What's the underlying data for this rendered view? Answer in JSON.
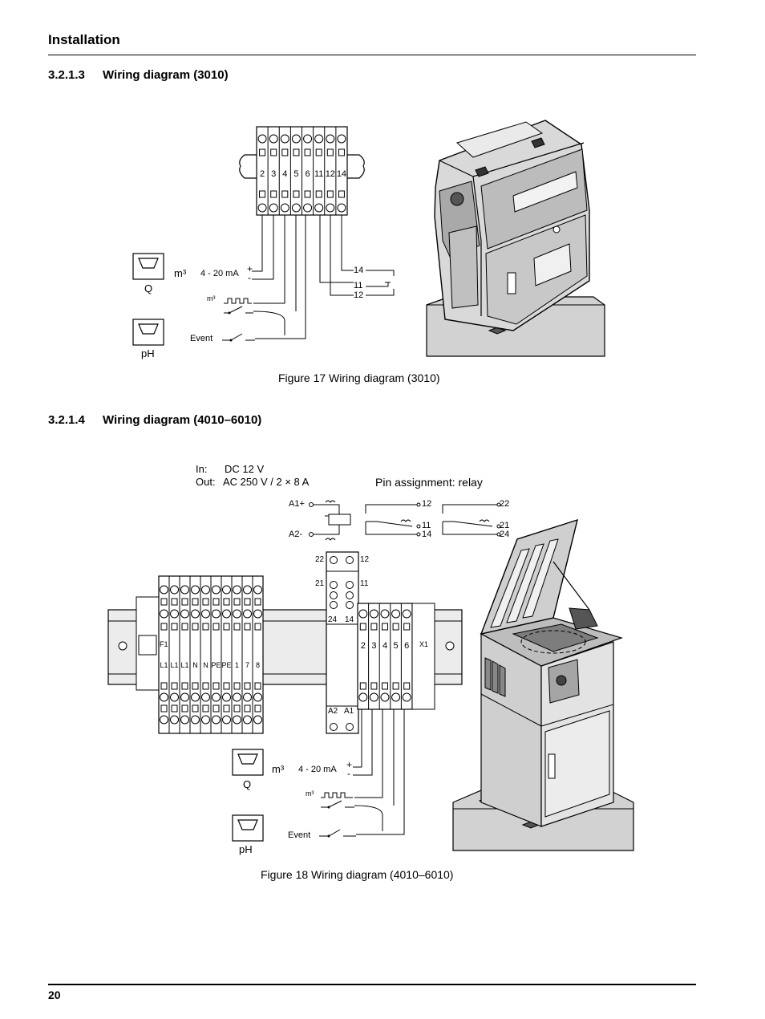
{
  "header": {
    "title": "Installation"
  },
  "section1": {
    "number": "3.2.1.3",
    "title": "Wiring diagram (3010)"
  },
  "figure17": {
    "caption": "Figure 17 Wiring diagram (3010)",
    "terminals": [
      "2",
      "3",
      "4",
      "5",
      "6",
      "11",
      "12",
      "14"
    ],
    "sensor_q": {
      "unit": "m³",
      "label": "Q"
    },
    "sensor_ph": {
      "label": "pH"
    },
    "analog_label": "4 - 20 mA",
    "pulse_label": "m³",
    "event_label": "Event",
    "plus": "+",
    "minus": "-",
    "relay_pins": [
      "14",
      "11",
      "12"
    ]
  },
  "section2": {
    "number": "3.2.1.4",
    "title": "Wiring diagram (4010–6010)"
  },
  "figure18": {
    "caption": "Figure 18 Wiring diagram (4010–6010)",
    "in_label": "In:",
    "in_value": "DC 12 V",
    "out_label": "Out:",
    "out_value": "AC 250 V / 2 × 8 A",
    "pin_title": "Pin assignment: relay",
    "coil": {
      "a1": "A1+",
      "a2": "A2-"
    },
    "contact1": [
      "12",
      "11",
      "14"
    ],
    "contact2": [
      "22",
      "21",
      "24"
    ],
    "relay_top": [
      "22",
      "12"
    ],
    "relay_mid": [
      "21",
      "11"
    ],
    "relay_low": [
      "24",
      "14"
    ],
    "relay_bot": [
      "A2",
      "A1"
    ],
    "left_terminals": [
      "L1",
      "L1",
      "L1",
      "N",
      "N",
      "PE",
      "PE",
      "1",
      "7",
      "8"
    ],
    "right_terminals": [
      "2",
      "3",
      "4",
      "5",
      "6"
    ],
    "f1": "F1",
    "x1": "X1",
    "sensor_q": {
      "unit": "m³",
      "label": "Q"
    },
    "sensor_ph": {
      "label": "pH"
    },
    "analog_label": "4 - 20 mA",
    "pulse_label": "m³",
    "event_label": "Event",
    "plus": "+",
    "minus": "-"
  },
  "footer": {
    "page_number": "20"
  }
}
